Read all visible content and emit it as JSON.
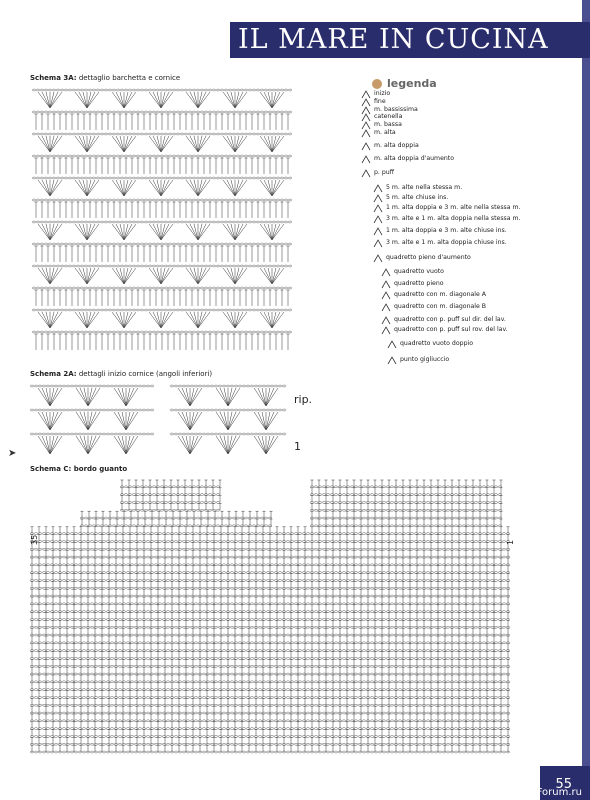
{
  "header": {
    "title": "IL MARE IN CUCINA"
  },
  "schemas": {
    "schema3a": {
      "bold": "Schema 3A:",
      "rest": " dettaglio barchetta e cornice"
    },
    "schema2a": {
      "bold": "Schema 2A:",
      "rest": " dettagli inizio cornice (angoli inferiori)"
    },
    "schemac": {
      "bold": "Schema C: bordo guanto",
      "rest": ""
    }
  },
  "legend": {
    "title": "legenda",
    "items": [
      "inizio",
      "fine",
      "m. bassissima",
      "catenella",
      "m. bassa",
      "m. alta",
      "m. alta doppia",
      "m. alta doppia d'aumento",
      "p. puff",
      "5 m. alte nella stessa m.",
      "5 m. alte chiuse ins.",
      "1 m. alta doppia e 3 m. alte nella stessa m.",
      "3 m. alte e 1 m. alta doppia nella stessa m.",
      "1 m. alta doppia e 3 m. alte chiuse ins.",
      "3 m. alte e 1 m. alta doppia chiuse ins.",
      "quadretto pieno d'aumento",
      "quadretto vuoto",
      "quadretto pieno",
      "quadretto con m. diagonale A",
      "quadretto con m. diagonale B",
      "quadretto con p. puff sul dir. del lav.",
      "quadretto con p. puff sul rov. del lav.",
      "quadretto vuoto doppio",
      "punto gigliuccio"
    ]
  },
  "markers": {
    "rip": "rip.",
    "one": "1",
    "row35": "35",
    "row1": "1"
  },
  "page": {
    "number": "55",
    "watermark": "PassionForum.ru"
  },
  "colors": {
    "header": "#2a2d6b",
    "legend_dot": "#c79a6a",
    "edge": "#4a4f8f"
  }
}
